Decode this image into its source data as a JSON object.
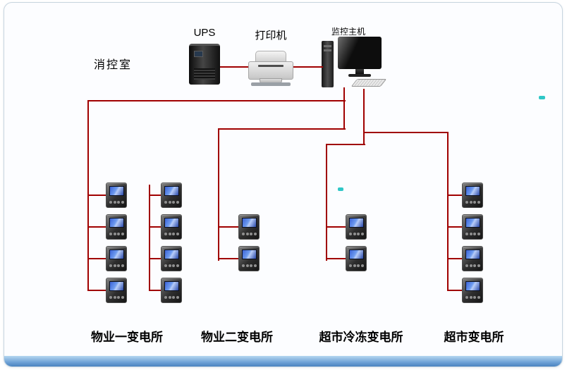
{
  "room_label": "消控室",
  "devices": {
    "ups_label": "UPS",
    "printer_label": "打印机",
    "host_label": "监控主机"
  },
  "groups": [
    {
      "id": "property-substation-1",
      "label": "物业一变电所",
      "meter_columns": [
        4,
        4
      ]
    },
    {
      "id": "property-substation-2",
      "label": "物业二变电所",
      "meter_columns": [
        2
      ]
    },
    {
      "id": "market-freezer-substation",
      "label": "超市冷冻变电所",
      "meter_columns": [
        2
      ]
    },
    {
      "id": "market-substation",
      "label": "超市变电所",
      "meter_columns": [
        4
      ]
    }
  ],
  "colors": {
    "connection_line": "#a00000",
    "footer_top": "#b5d7f0",
    "footer_bottom": "#4a83bf",
    "meter_screen_blue": "#3b63d8",
    "accent_mark": "#2fc7c7"
  }
}
